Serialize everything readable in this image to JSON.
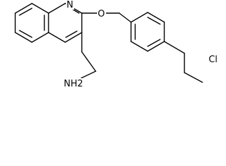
{
  "structure": {
    "atoms": {
      "nitrogen": "N",
      "oxygen": "O",
      "chlorine": "Cl",
      "amine": "NH2"
    }
  }
}
